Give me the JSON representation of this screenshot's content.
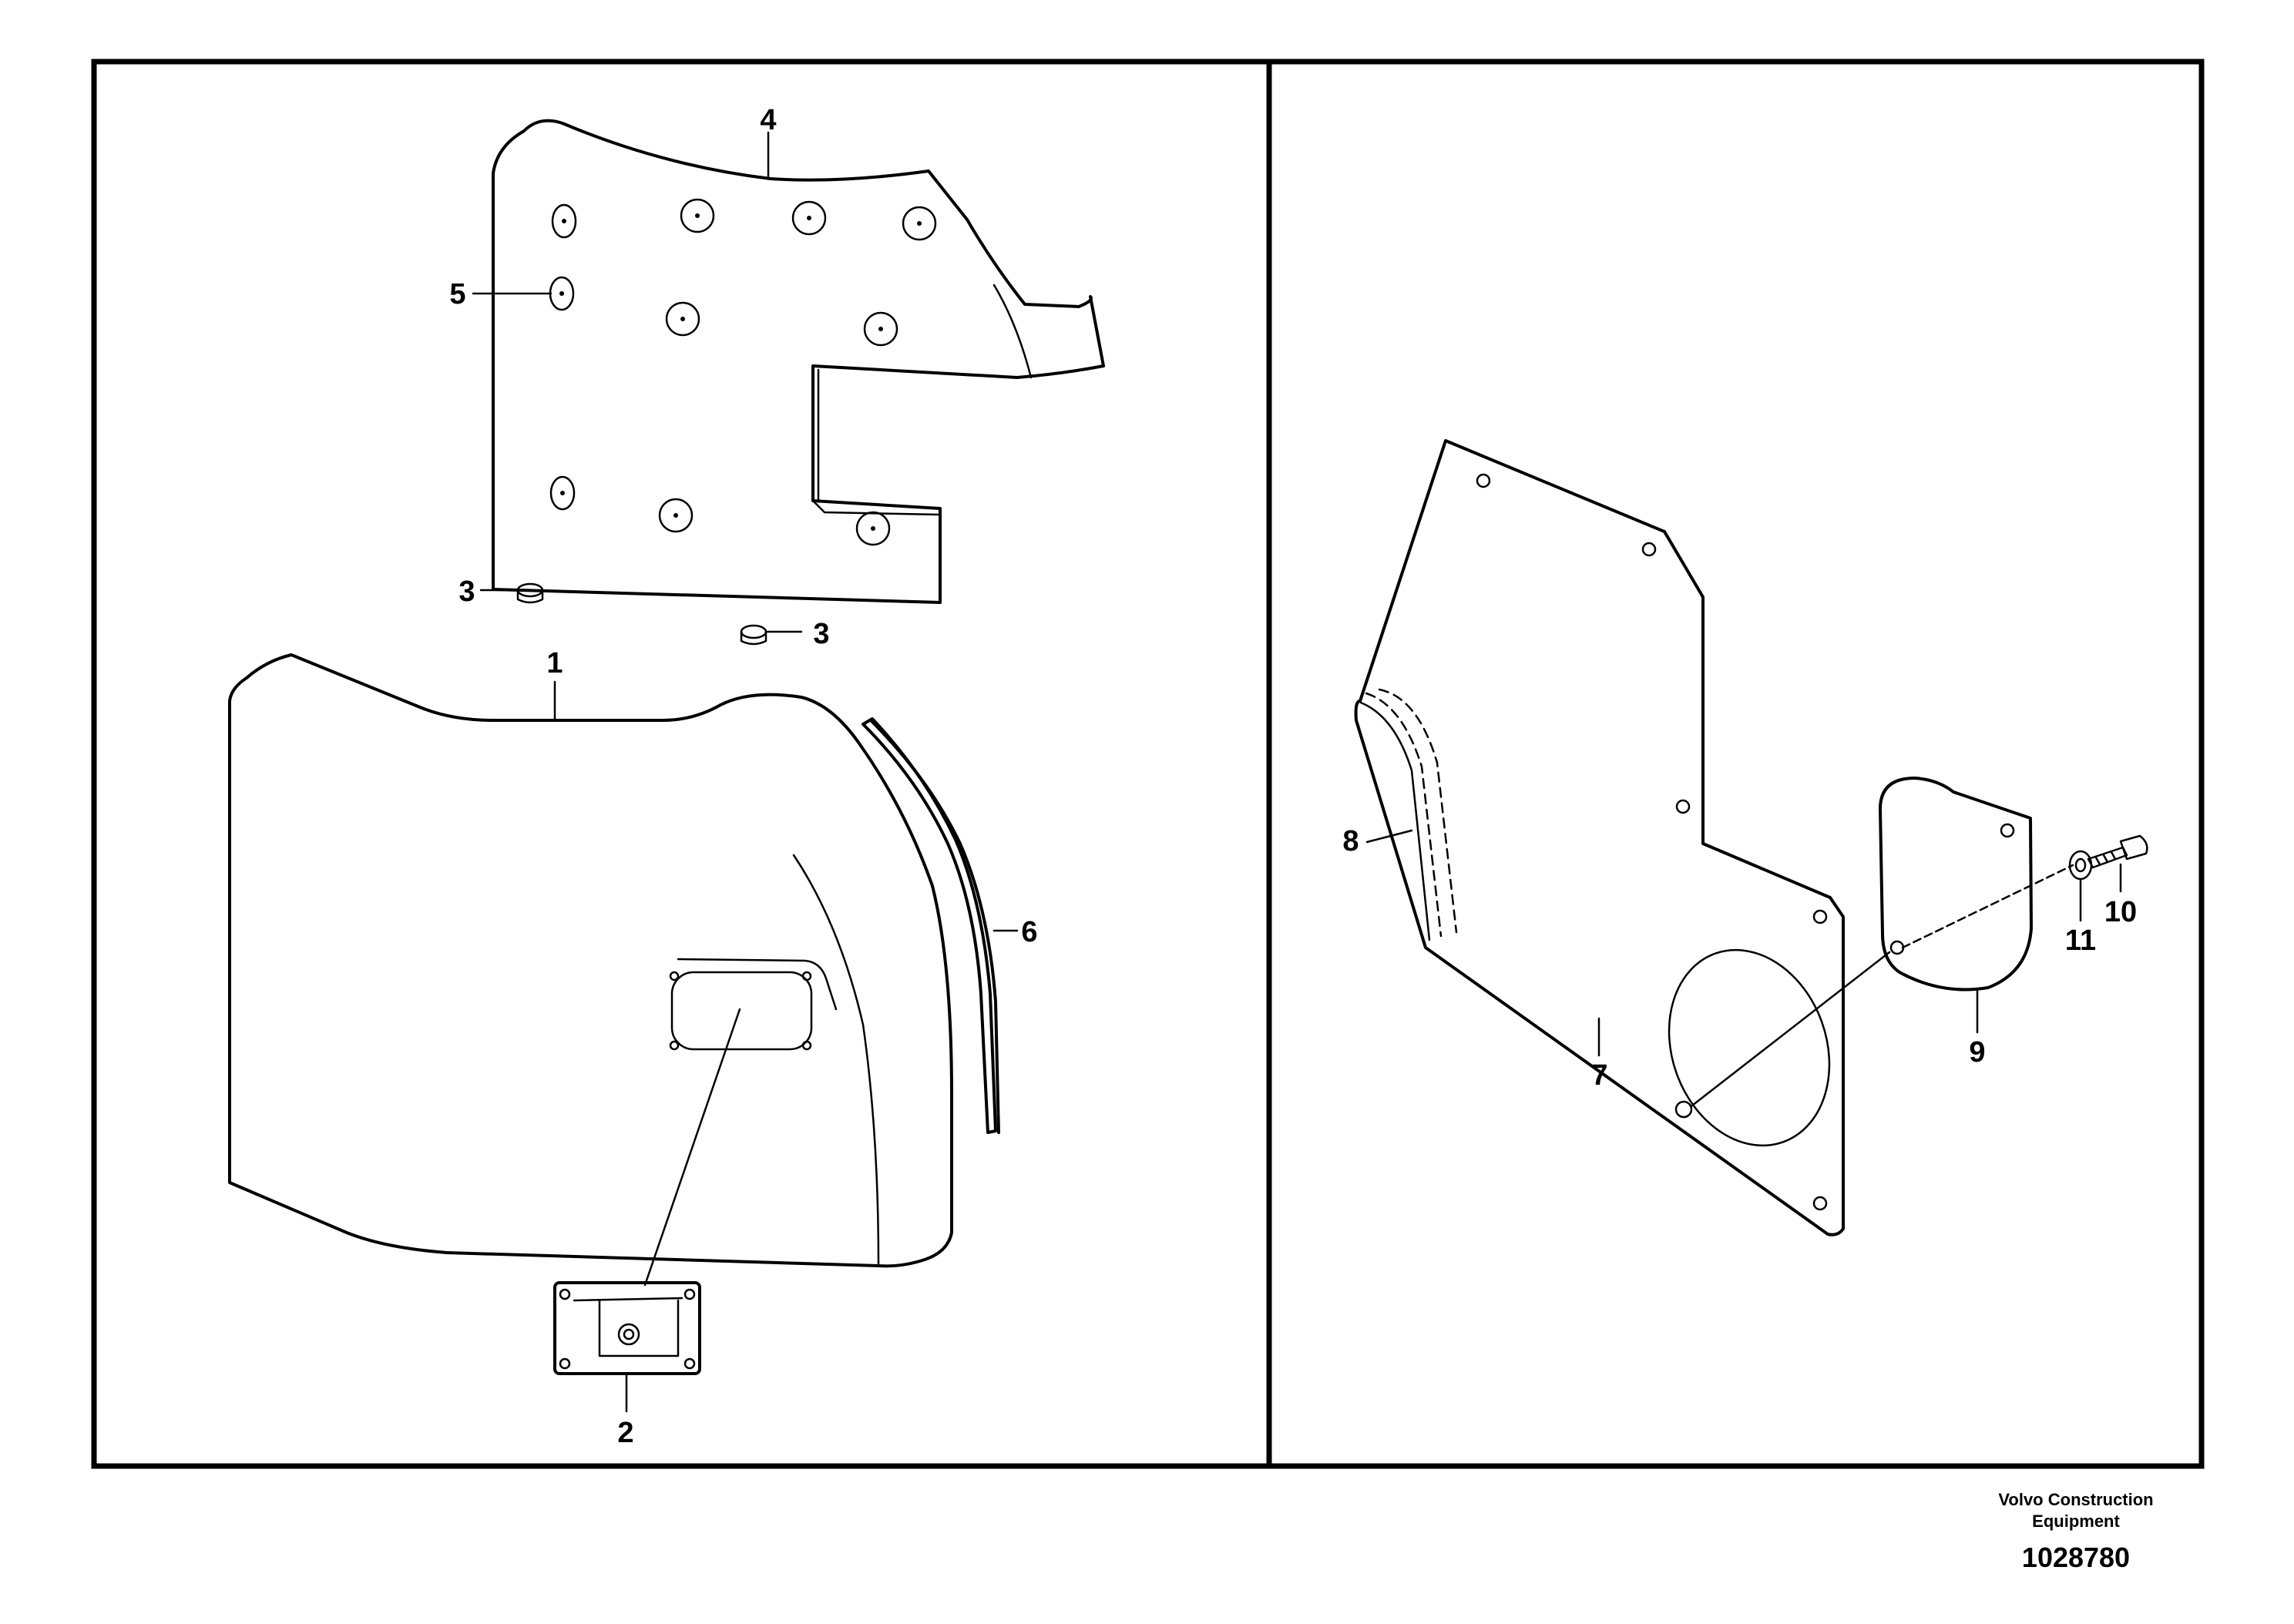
{
  "callouts": {
    "c1": "1",
    "c2": "2",
    "c3a": "3",
    "c3b": "3",
    "c4": "4",
    "c5": "5",
    "c6": "6",
    "c7": "7",
    "c8": "8",
    "c9": "9",
    "c10": "10",
    "c11": "11"
  },
  "footer": {
    "brand_line1": "Volvo Construction",
    "brand_line2": "Equipment",
    "drawing_number": "1028780"
  }
}
